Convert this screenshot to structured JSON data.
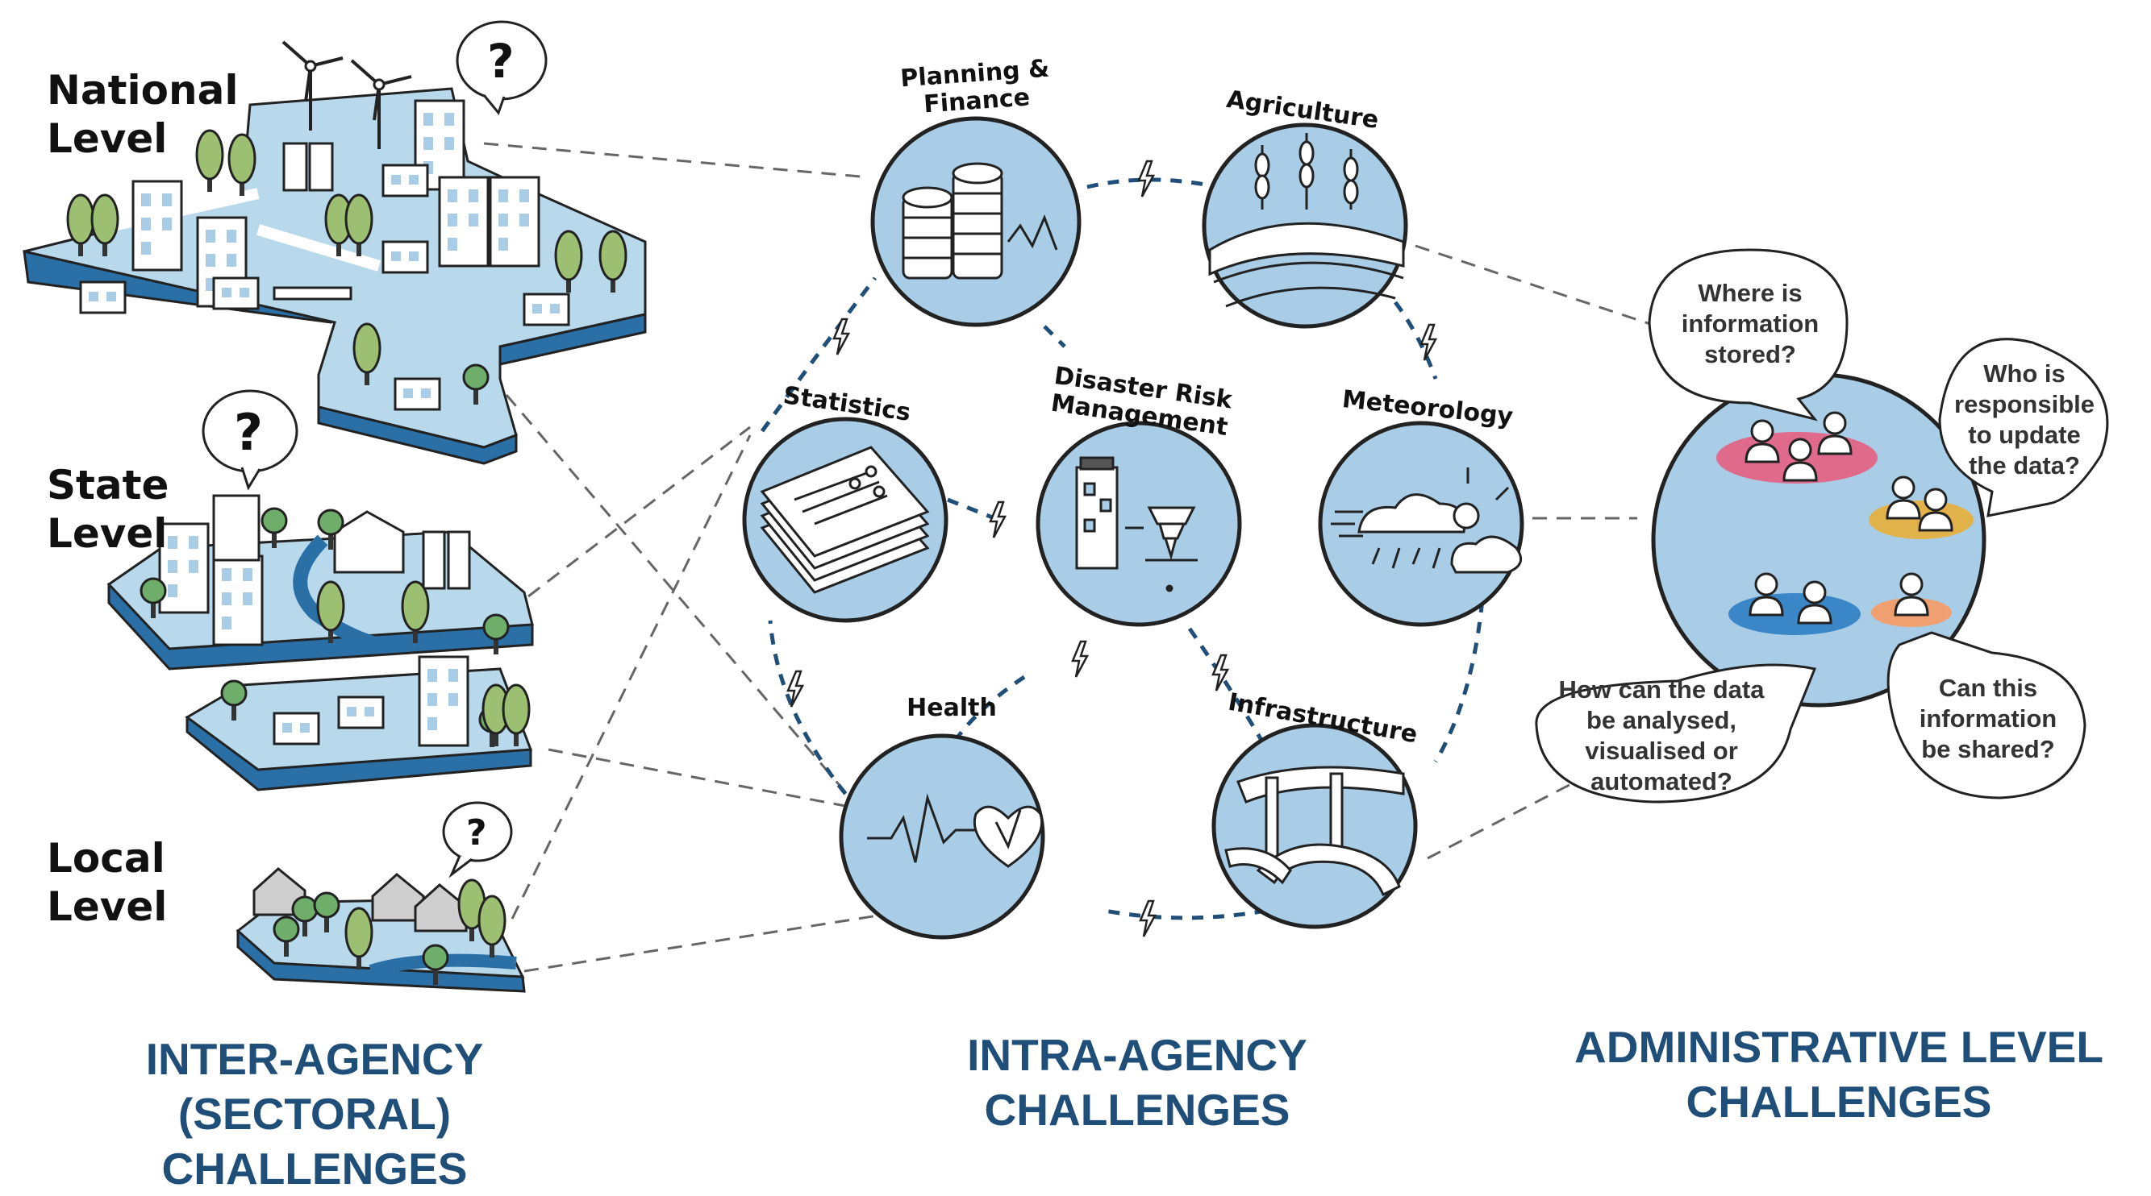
{
  "levels": {
    "national": [
      "National",
      "Level"
    ],
    "state": [
      "State",
      "Level"
    ],
    "local": [
      "Local",
      "Level"
    ]
  },
  "question_mark": "?",
  "nodes": {
    "planning": [
      "Planning &",
      "Finance"
    ],
    "agriculture": [
      "Agriculture"
    ],
    "statistics": [
      "Statistics"
    ],
    "drm": [
      "Disaster Risk",
      "Management"
    ],
    "meteorology": [
      "Meteorology"
    ],
    "health": [
      "Health"
    ],
    "infrastructure": [
      "Infrastructure"
    ]
  },
  "questions": {
    "where": [
      "Where is",
      "information",
      "stored?"
    ],
    "who": [
      "Who is",
      "responsible",
      "to update",
      "the data?"
    ],
    "how": [
      "How can the data",
      "be analysed,",
      "visualised or",
      "automated?"
    ],
    "share": [
      "Can this",
      "information",
      "be shared?"
    ]
  },
  "footers": {
    "inter": [
      "INTER-AGENCY",
      "(SECTORAL) CHALLENGES"
    ],
    "intra": [
      "INTRA-AGENCY",
      "CHALLENGES"
    ],
    "admin": [
      "ADMINISTRATIVE LEVEL",
      "CHALLENGES"
    ]
  },
  "colors": {
    "tile": "#b8d8ec",
    "tile_edge": "#2a6fa6",
    "circle": "#a9cde6",
    "dash_connector": "#1f4e79",
    "footer_text": "#1f4e79",
    "tree": "#9cbf72",
    "group_pink": "#e06a8c",
    "group_gold": "#e2b24a",
    "group_blue": "#3a86c6",
    "group_orange": "#f0a070"
  }
}
